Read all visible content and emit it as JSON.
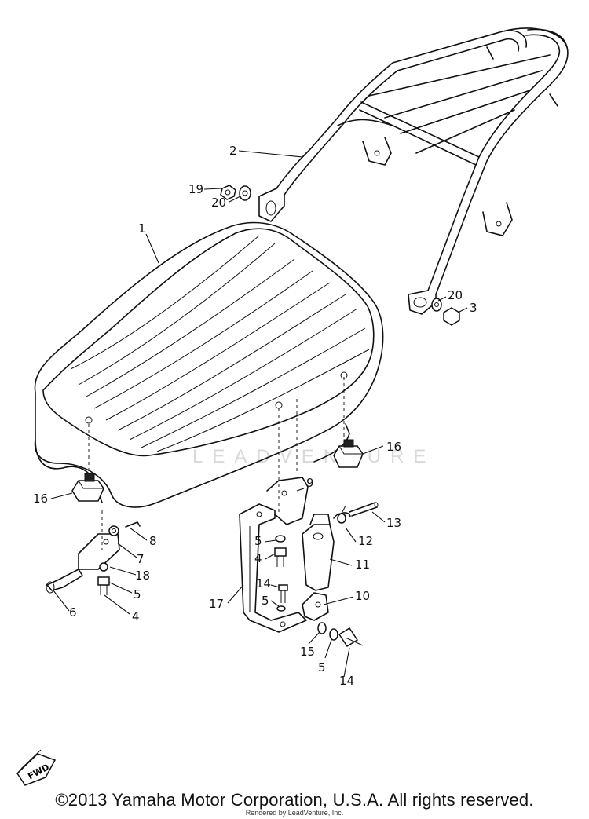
{
  "diagram": {
    "part_labels": [
      "1",
      "2",
      "3",
      "4",
      "4",
      "5",
      "5",
      "5",
      "5",
      "6",
      "7",
      "8",
      "9",
      "10",
      "11",
      "12",
      "13",
      "14",
      "14",
      "15",
      "16",
      "16",
      "17",
      "18",
      "19",
      "20",
      "20"
    ],
    "fwd_badge": "FWD",
    "watermark": "LEADVENTURE",
    "copyright": "©2013 Yamaha Motor Corporation, U.S.A. All rights reserved.",
    "rendered_by": "Rendered by LeadVenture, Inc."
  }
}
